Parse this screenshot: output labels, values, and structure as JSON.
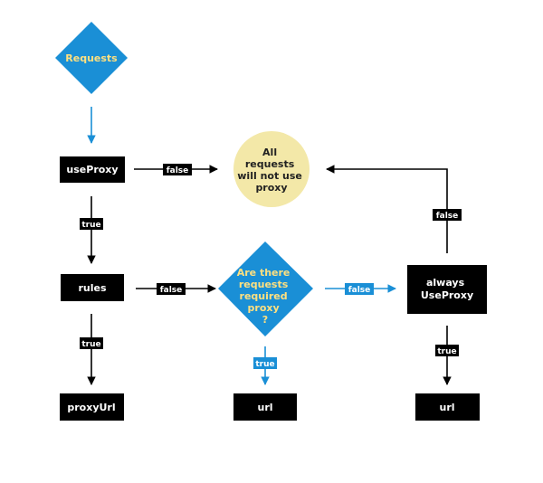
{
  "colors": {
    "blue": "#1a8fd6",
    "black": "#000000",
    "yellow": "#f3e8a8",
    "white": "#ffffff",
    "yellow_text": "#ffe080",
    "dark_text": "#222222"
  },
  "nodes": {
    "requests": "Requests",
    "use_proxy": "useProxy",
    "all_requests": [
      "All",
      "requests",
      "will not use",
      "proxy"
    ],
    "rules": "rules",
    "question": [
      "Are there",
      "requests",
      "required",
      "proxy",
      "?"
    ],
    "always_use_proxy": [
      "always",
      "UseProxy"
    ],
    "proxy_url": "proxyUrl",
    "url_center": "url",
    "url_right": "url"
  },
  "edge_labels": {
    "useproxy_false": "false",
    "useproxy_true": "true",
    "rules_false": "false",
    "rules_true": "true",
    "question_false": "false",
    "question_true": "true",
    "always_false": "false",
    "always_true": "true"
  }
}
